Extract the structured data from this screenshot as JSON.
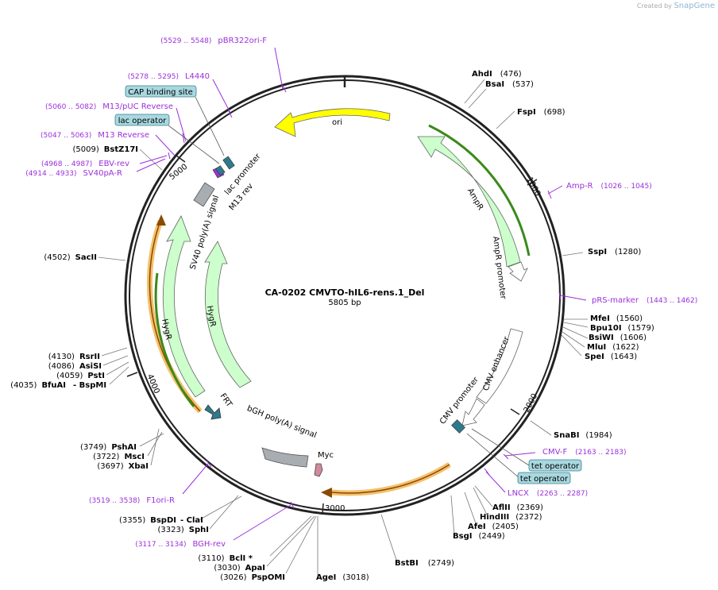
{
  "credit": {
    "prefix": "Created by",
    "brand": "SnapGene"
  },
  "plasmid": {
    "name": "CA-0202 CMVTO-hIL6-rens.1_Del",
    "length_label": "5805 bp",
    "length": 5805
  },
  "ticks": [
    {
      "bp": 1000,
      "label": "1000"
    },
    {
      "bp": 2000,
      "label": "2000"
    },
    {
      "bp": 3000,
      "label": "3000"
    },
    {
      "bp": 4000,
      "label": "4000"
    },
    {
      "bp": 5000,
      "label": "5000"
    }
  ],
  "enzymes": [
    {
      "name": "AhdI",
      "pos": "(476)"
    },
    {
      "name": "BsaI",
      "pos": "(537)"
    },
    {
      "name": "FspI",
      "pos": "(698)"
    },
    {
      "name": "SspI",
      "pos": "(1280)"
    },
    {
      "name": "MfeI",
      "pos": "(1560)"
    },
    {
      "name": "Bpu10I",
      "pos": "(1579)"
    },
    {
      "name": "BsiWI",
      "pos": "(1606)"
    },
    {
      "name": "MluI",
      "pos": "(1622)"
    },
    {
      "name": "SpeI",
      "pos": "(1643)"
    },
    {
      "name": "SnaBI",
      "pos": "(1984)"
    },
    {
      "name": "AflII",
      "pos": "(2369)"
    },
    {
      "name": "HindIII",
      "pos": "(2372)"
    },
    {
      "name": "AfeI",
      "pos": "(2405)"
    },
    {
      "name": "BsgI",
      "pos": "(2449)"
    },
    {
      "name": "BstBI",
      "pos": "(2749)"
    },
    {
      "name": "AgeI",
      "pos": "(3018)"
    },
    {
      "name": "BclI *",
      "pos": "(3110)"
    },
    {
      "name": "ApaI",
      "pos": "(3030)"
    },
    {
      "name": "PspOMI",
      "pos": "(3026)"
    },
    {
      "name": "BspDI",
      "pos": "(3355)"
    },
    {
      "name": "- ClaI",
      "pos": ""
    },
    {
      "name": "SphI",
      "pos": "(3323)"
    },
    {
      "name": "PshAI",
      "pos": "(3749)"
    },
    {
      "name": "MscI",
      "pos": "(3722)"
    },
    {
      "name": "XbaI",
      "pos": "(3697)"
    },
    {
      "name": "RsrII",
      "pos": "(4130)"
    },
    {
      "name": "AsiSI",
      "pos": "(4086)"
    },
    {
      "name": "PstI",
      "pos": "(4059)"
    },
    {
      "name": "BfuAI",
      "pos": "(4035)"
    },
    {
      "name": "- BspMI",
      "pos": ""
    },
    {
      "name": "SacII",
      "pos": "(4502)"
    },
    {
      "name": "BstZ17I",
      "pos": "(5009)"
    }
  ],
  "primers": [
    {
      "name": "pBR322ori-F",
      "range": "(5529 .. 5548)"
    },
    {
      "name": "L4440",
      "range": "(5278 .. 5295)"
    },
    {
      "name": "M13/pUC Reverse",
      "range": "(5060 .. 5082)"
    },
    {
      "name": "M13 Reverse",
      "range": "(5047 .. 5063)"
    },
    {
      "name": "EBV-rev",
      "range": "(4968 .. 4987)"
    },
    {
      "name": "SV40pA-R",
      "range": "(4914 .. 4933)"
    },
    {
      "name": "Amp-R",
      "range": "(1026 .. 1045)"
    },
    {
      "name": "pRS-marker",
      "range": "(1443 .. 1462)"
    },
    {
      "name": "CMV-F",
      "range": "(2163 .. 2183)"
    },
    {
      "name": "LNCX",
      "range": "(2263 .. 2287)"
    },
    {
      "name": "F1ori-R",
      "range": "(3519 .. 3538)"
    },
    {
      "name": "BGH-rev",
      "range": "(3117 .. 3134)"
    }
  ],
  "boxed_labels": {
    "cap_site": "CAP binding site",
    "lac_operator": "lac operator",
    "tet_operator_1": "tet operator",
    "tet_operator_2": "tet operator"
  },
  "features": {
    "ori": "ori",
    "ampr": "AmpR",
    "ampr_promoter": "AmpR promoter",
    "cmv_enhancer": "CMV enhancer",
    "cmv_promoter": "CMV promoter",
    "sv40": "SV40 poly(A) signal",
    "hygr_outer": "HygR",
    "hygr_inner": "HygR",
    "lac_promoter": "lac promoter",
    "m13_rev": "M13 rev",
    "frt": "FRT",
    "bgh": "bGH poly(A) signal",
    "myc": "Myc"
  },
  "colors": {
    "backbone": "#222222",
    "enzyme": "#000000",
    "primer": "#9b30d9",
    "ori_fill": "#ffff00",
    "marker_fill": "#ccffcc",
    "promoter_fill": "#ffffff",
    "orf_highlight": "#f5c06b",
    "orf_line": "#3a8a1a",
    "boxed_fill": "#a8d8e0",
    "polyA_fill": "#a8adb2",
    "operator_fill": "#2e7a8c",
    "myc_fill": "#d08b9a"
  }
}
